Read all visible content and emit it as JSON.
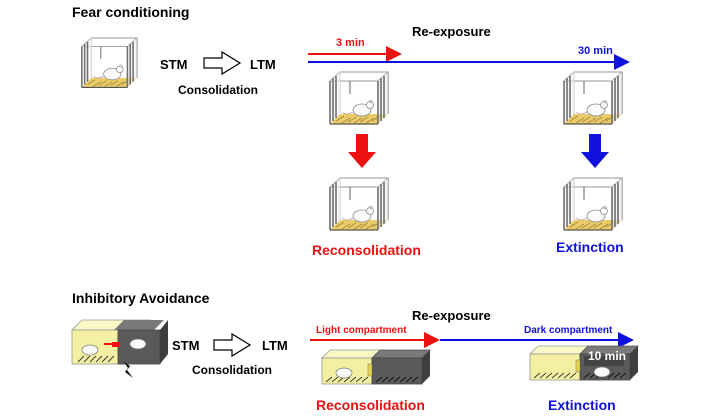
{
  "fear": {
    "title": "Fear conditioning",
    "stm": "STM",
    "ltm": "LTM",
    "consolidation": "Consolidation",
    "reexposure": "Re-exposure",
    "time_short": "3 min",
    "time_long": "30 min",
    "outcome_short": "Reconsolidation",
    "outcome_long": "Extinction"
  },
  "avoidance": {
    "title": "Inhibitory Avoidance",
    "stm": "STM",
    "ltm": "LTM",
    "consolidation": "Consolidation",
    "reexposure": "Re-exposure",
    "light": "Light compartment",
    "dark": "Dark compartment",
    "time_box": "10 min",
    "outcome_light": "Reconsolidation",
    "outcome_dark": "Extinction"
  },
  "colors": {
    "red": "#ee1111",
    "blue": "#1111dd",
    "black": "#000000",
    "cage_gray": "#888888",
    "straw": "#e8c24a",
    "box_yellow": "#f3f0a2",
    "box_dark": "#5a5a5a"
  },
  "icons": [
    "cage-with-mouse-icon",
    "mouse-icon",
    "hollow-arrow-icon",
    "two-compartment-box-icon"
  ]
}
